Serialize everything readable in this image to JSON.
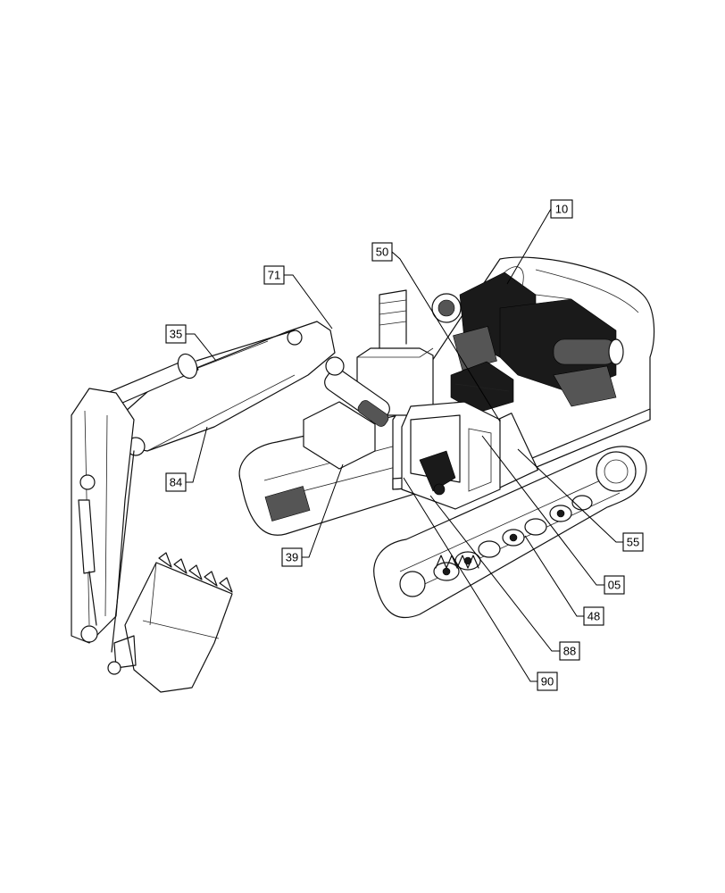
{
  "callouts": [
    {
      "id": "c10",
      "label": "10"
    },
    {
      "id": "c50",
      "label": "50"
    },
    {
      "id": "c71",
      "label": "71"
    },
    {
      "id": "c35",
      "label": "35"
    },
    {
      "id": "c84",
      "label": "84"
    },
    {
      "id": "c39",
      "label": "39"
    },
    {
      "id": "c55",
      "label": "55"
    },
    {
      "id": "c05",
      "label": "05"
    },
    {
      "id": "c48",
      "label": "48"
    },
    {
      "id": "c88",
      "label": "88"
    },
    {
      "id": "c90",
      "label": "90"
    }
  ]
}
